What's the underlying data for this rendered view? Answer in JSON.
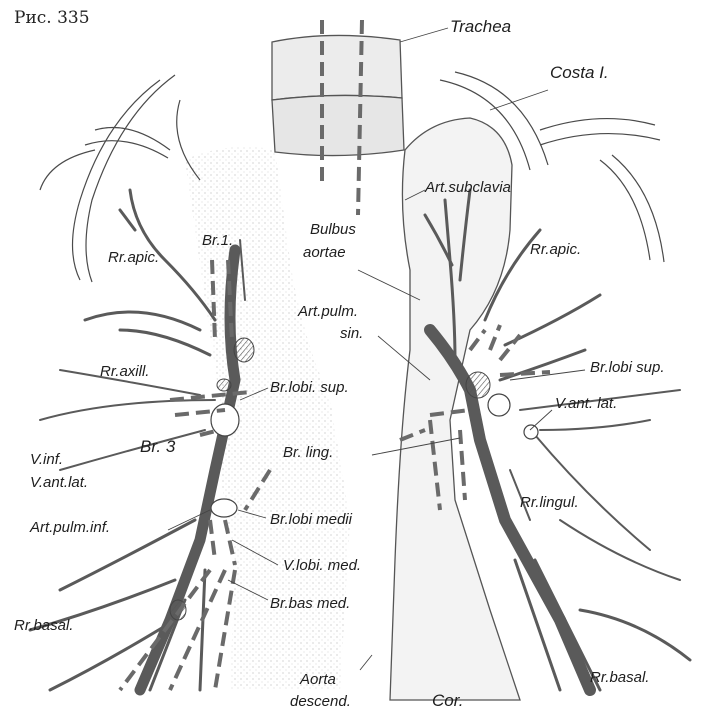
{
  "figure_number": "Рис. 335",
  "labels": {
    "trachea": "Trachea",
    "costa": "Costa I.",
    "art_subclavia": "Art.subclavia",
    "bulbus": "Bulbus",
    "aortae": "aortae",
    "br1": "Br.1.",
    "rr_apic_left": "Rr.apic.",
    "rr_apic_right": "Rr.apic.",
    "art_pulm": "Art.pulm.",
    "sin": "sin.",
    "rr_axill": "Rr.axill.",
    "br_lobi_sup_left": "Br.lobi. sup.",
    "br_lobi_sup_right": "Br.lobi sup.",
    "v_ant_lat_right": "V.ant. lat.",
    "br3": "Br. 3",
    "br_ling": "Br. ling.",
    "v_inf": "V.inf.",
    "v_ant_lat_left": "V.ant.lat.",
    "rr_lingul": "Rr.lingul.",
    "art_pulm_inf": "Art.pulm.inf.",
    "br_lobi_medii": "Br.lobi medii",
    "v_lobi_med": "V.lobi. med.",
    "br_bas_med": "Br.bas med.",
    "rr_basal_left": "Rr.basal.",
    "aorta": "Aorta",
    "descend": "descend.",
    "cor": "Cor.",
    "rr_basal_right": "Rr.basal."
  }
}
